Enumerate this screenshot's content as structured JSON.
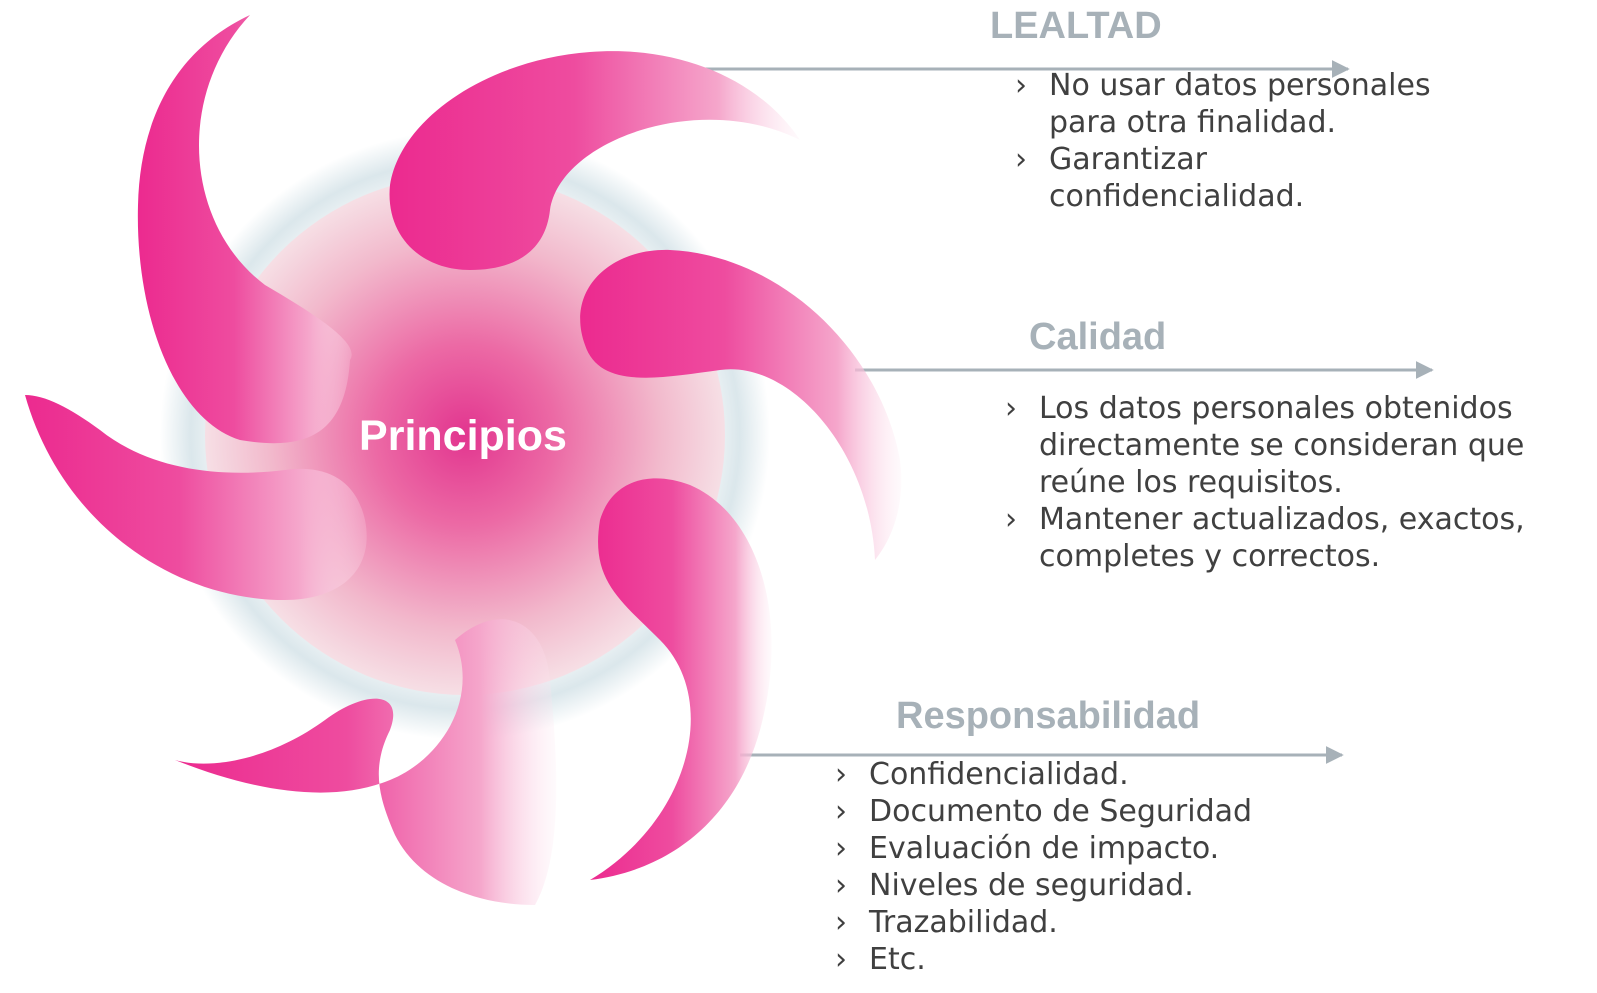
{
  "diagram": {
    "center_label": "Principios",
    "colors": {
      "petal": "#ec2a8f",
      "glow": "#eac3cd",
      "halo": "#cfdfe5",
      "arrow": "#a7b1b8",
      "title": "#a7b1b8",
      "text": "#404040"
    },
    "sections": [
      {
        "title": "LEALTAD",
        "items": [
          "No usar datos personales para otra finalidad.",
          "Garantizar confidencialidad."
        ]
      },
      {
        "title": "Calidad",
        "items": [
          "Los datos personales obtenidos directamente se consideran que reúne los requisitos.",
          "Mantener actualizados, exactos, completes y correctos."
        ]
      },
      {
        "title": "Responsabilidad",
        "items": [
          "Confidencialidad.",
          "Documento de Seguridad",
          "Evaluación de impacto.",
          "Niveles de seguridad.",
          "Trazabilidad.",
          "Etc."
        ]
      }
    ]
  }
}
